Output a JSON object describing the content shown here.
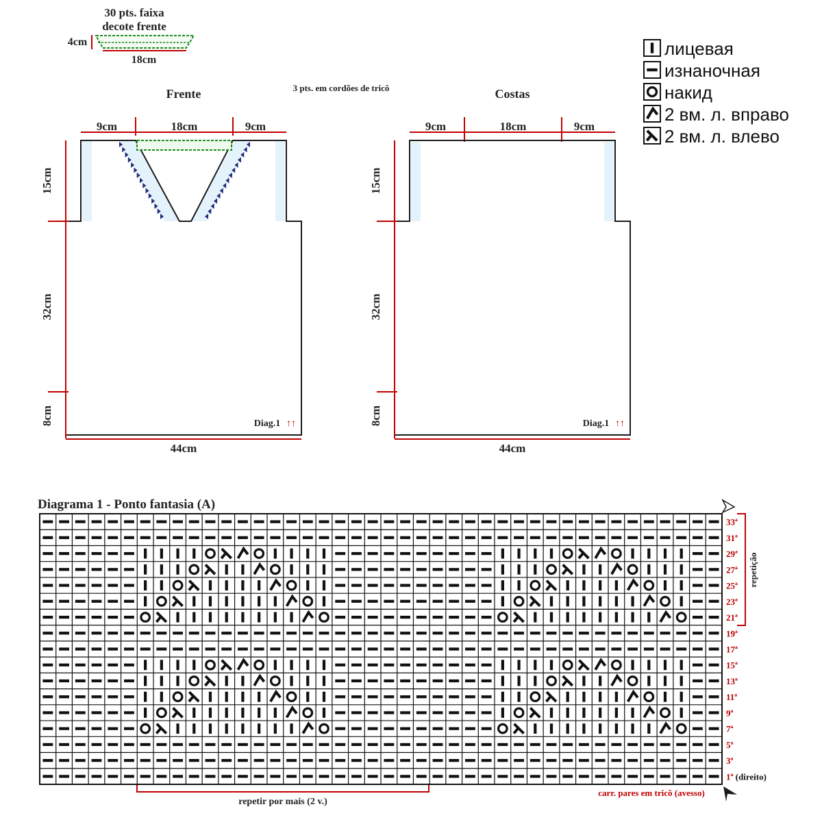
{
  "neckband": {
    "title_line1": "30 pts. faixa",
    "title_line2": "decote frente",
    "height": "4cm",
    "width": "18cm"
  },
  "front": {
    "title": "Frente",
    "dims": {
      "shoulder_left": "9cm",
      "neck": "18cm",
      "shoulder_right": "9cm",
      "armhole": "15cm",
      "body": "32cm",
      "hem": "8cm",
      "width": "44cm"
    },
    "diag": "Diag.1",
    "arrows": "↑↑"
  },
  "back": {
    "title": "Costas",
    "dims": {
      "shoulder_left": "9cm",
      "neck": "18cm",
      "shoulder_right": "9cm",
      "armhole": "15cm",
      "body": "32cm",
      "hem": "8cm",
      "width": "44cm"
    },
    "diag": "Diag.1",
    "arrows": "↑↑"
  },
  "cords_note": "3 pts. em cordões de tricô",
  "legend": [
    {
      "symbol": "knit",
      "label": "лицевая"
    },
    {
      "symbol": "purl",
      "label": "изнаночная"
    },
    {
      "symbol": "yo",
      "label": "накид"
    },
    {
      "symbol": "k2tog-right",
      "label": "2 вм. л. вправо"
    },
    {
      "symbol": "k2tog-left",
      "label": "2 вм. л. влево"
    }
  ],
  "chart": {
    "title": "Diagrama 1 - Ponto fantasia (A)",
    "columns": 42,
    "row_labels": [
      "33ª",
      "31ª",
      "29ª",
      "27ª",
      "25ª",
      "23ª",
      "21ª",
      "19ª",
      "17ª",
      "15ª",
      "13ª",
      "11ª",
      "9ª",
      "7ª",
      "5ª",
      "3ª",
      "1ª (direito)"
    ],
    "grid": [
      "------------------------------------------",
      "------------------------------------------",
      "------||||OXYO||||----------||||OXYO||||--",
      "------|||OX||YO|||----------|||OX||YO|||--",
      "------||OX||||YO||----------||OX||||YO||--",
      "------|OX||||||YO|----------|OX||||||YO|--",
      "------OX||||||||YO----------OX||||||||YO--",
      "------------------------------------------",
      "------------------------------------------",
      "------||||OXYO||||----------||||OXYO||||--",
      "------|||OX||YO|||----------|||OX||YO|||--",
      "------||OX||||YO||----------||OX||||YO||--",
      "------|OX||||||YO|----------|OX||||||YO|--",
      "------OX||||||||YO----------OX||||||||YO--",
      "------------------------------------------",
      "------------------------------------------",
      "------------------------------------------"
    ],
    "repeat_rows_label": "repetição",
    "repeat_cols_label": "repetir por mais (2 v.)",
    "even_rows_note": "carr. pares em tricô (avesso)"
  },
  "colors": {
    "line": "#1a1a1a",
    "red": "#c00000",
    "green": "#1a8a1a",
    "band": "#e4f3fb",
    "triangles": "#1f2a7a"
  }
}
